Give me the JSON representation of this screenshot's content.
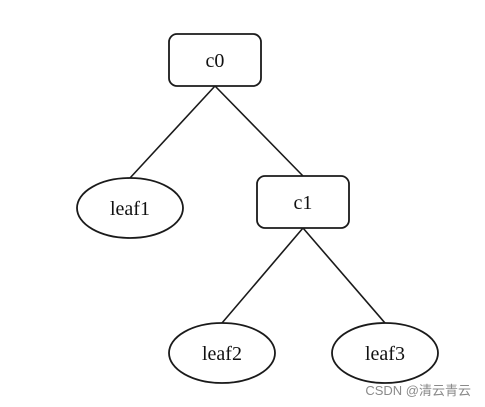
{
  "tree": {
    "nodes": [
      {
        "id": "c0",
        "label": "c0",
        "shape": "box"
      },
      {
        "id": "leaf1",
        "label": "leaf1",
        "shape": "ellipse"
      },
      {
        "id": "c1",
        "label": "c1",
        "shape": "box"
      },
      {
        "id": "leaf2",
        "label": "leaf2",
        "shape": "ellipse"
      },
      {
        "id": "leaf3",
        "label": "leaf3",
        "shape": "ellipse"
      }
    ],
    "edges": [
      {
        "from": "c0",
        "to": "leaf1"
      },
      {
        "from": "c0",
        "to": "c1"
      },
      {
        "from": "c1",
        "to": "leaf2"
      },
      {
        "from": "c1",
        "to": "leaf3"
      }
    ]
  },
  "watermark": "CSDN @清云青云"
}
